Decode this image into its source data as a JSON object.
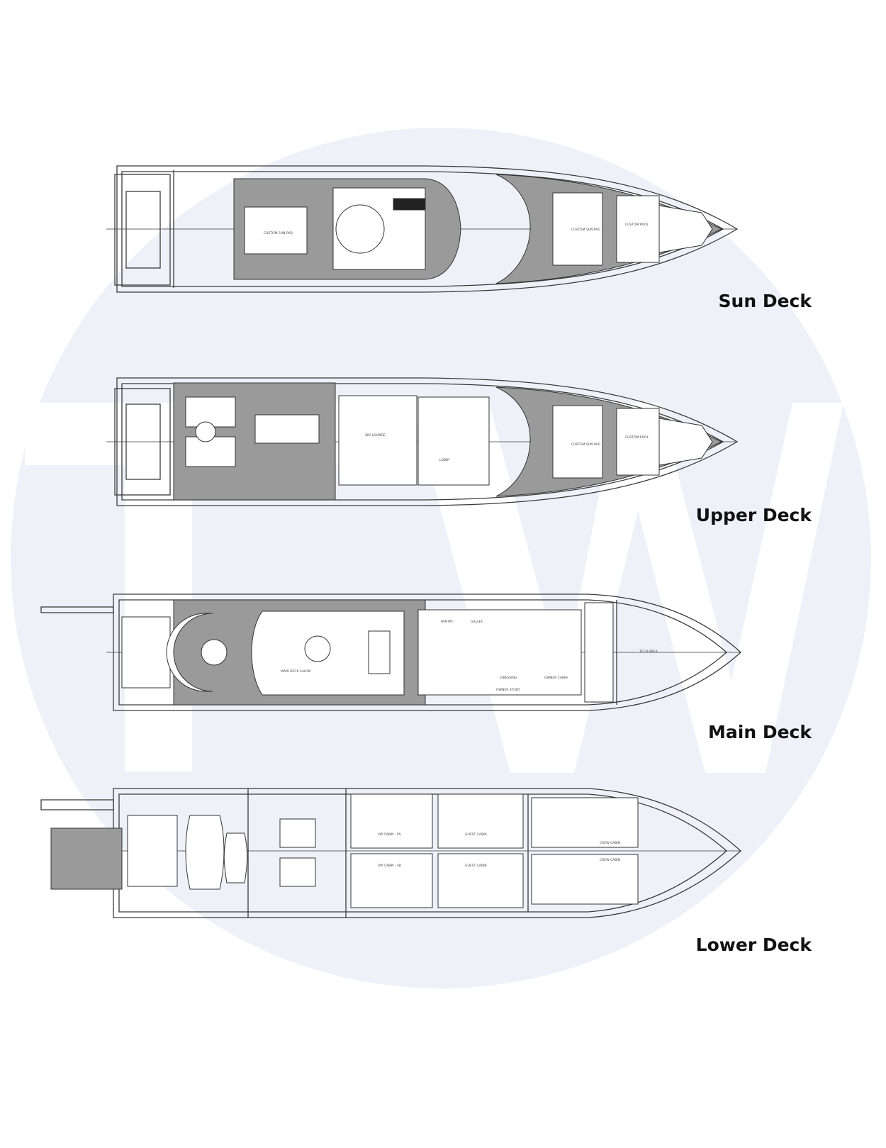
{
  "decks": [
    {
      "id": "sun",
      "label": "Sun Deck",
      "room_labels": [
        "CUSTOM SUN PAD",
        "CUSTOM POOL",
        "CUSTOM SUN PAD"
      ]
    },
    {
      "id": "upper",
      "label": "Upper Deck",
      "room_labels": [
        "SKY LOUNGE",
        "LOBBY",
        "CUSTOM SUN PAD",
        "CUSTOM POOL"
      ]
    },
    {
      "id": "main",
      "label": "Main Deck",
      "room_labels": [
        "MAIN DECK SALON",
        "PANTRY",
        "GALLEY",
        "OWNER CABIN",
        "OWNER STUDY",
        "DRESSING",
        "TECH AREA"
      ]
    },
    {
      "id": "lower",
      "label": "Lower Deck",
      "room_labels": [
        "VIP CABIN - PS",
        "VIP CABIN - SB",
        "GUEST CABIN",
        "GUEST CABIN",
        "CREW CABIN",
        "CREW CABIN"
      ]
    }
  ],
  "colors": {
    "watermark": "#eef2f8",
    "hull_line": "#3a3a3a",
    "deck_fill": "#9a9a9a",
    "label": "#111111"
  }
}
